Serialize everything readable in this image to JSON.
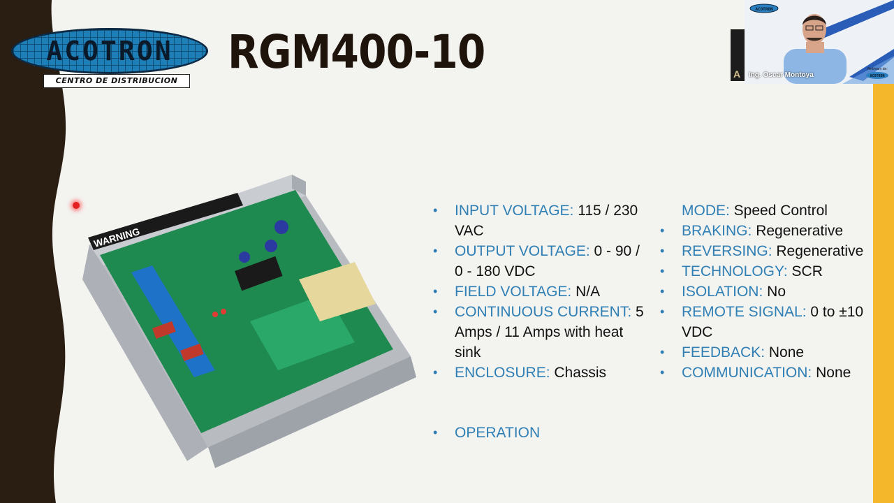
{
  "slide": {
    "title": "RGM400-10",
    "logo_text": "ACOTRON",
    "logo_subtitle": "CENTRO DE DISTRIBUCION",
    "product_label": "WARNING"
  },
  "specs_left": [
    {
      "label": "INPUT VOLTAGE:",
      "value": " 115 / 230 VAC",
      "bullet": true
    },
    {
      "label": " OUTPUT VOLTAGE:",
      "value": " 0 - 90 / 0 - 180 VDC",
      "bullet": true
    },
    {
      "label": " FIELD VOLTAGE:",
      "value": " N/A",
      "bullet": true
    },
    {
      "label": " CONTINUOUS CURRENT:",
      "value": " 5 Amps / 11 Amps with heat sink",
      "bullet": true
    },
    {
      "label": " ENCLOSURE:",
      "value": " Chassis",
      "bullet": true
    },
    {
      "label": "OPERATION",
      "value": "",
      "bullet": true
    }
  ],
  "specs_right": [
    {
      "label": "MODE:",
      "value": " Speed Control",
      "bullet": false
    },
    {
      "label": " BRAKING:",
      "value": " Regenerative",
      "bullet": true
    },
    {
      "label": " REVERSING:",
      "value": " Regenerative",
      "bullet": true
    },
    {
      "label": " TECHNOLOGY:",
      "value": " SCR",
      "bullet": true
    },
    {
      "label": " ISOLATION:",
      "value": " No",
      "bullet": true
    },
    {
      "label": " REMOTE SIGNAL:",
      "value": " 0 to ±10 VDC",
      "bullet": true
    },
    {
      "label": " FEEDBACK:",
      "value": " None",
      "bullet": true
    },
    {
      "label": " COMMUNICATION:",
      "value": " None",
      "bullet": true
    }
  ],
  "webcam": {
    "presenter_name": "Ing. Oscar Montoya",
    "badge_text": "ACOTRON",
    "webinar_text": "Webinars de:"
  },
  "side_tab": {
    "letter": "A"
  },
  "colors": {
    "accent_blue": "#2f7fb5",
    "title": "#1e140c",
    "left_band": "#2a1d12",
    "right_stripe": "#f4b62a",
    "background": "#f3f3f0"
  }
}
